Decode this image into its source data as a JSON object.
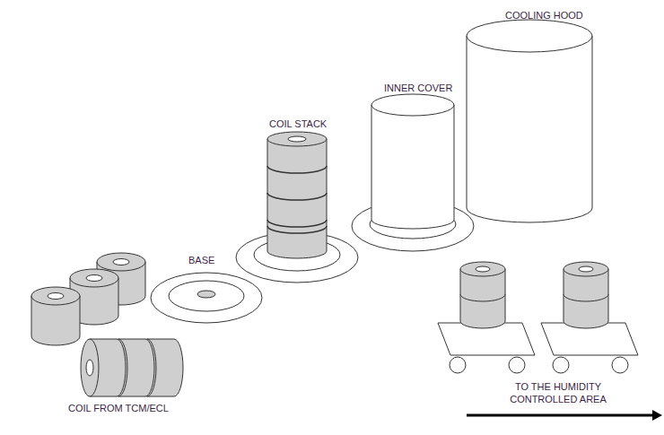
{
  "diagram": {
    "labels": [
      "COOLING HOOD",
      "INNER COVER",
      "COIL STACK",
      "BASE",
      "COIL FROM TCM/ECL",
      "TO THE HUMIDITY CONTROLLED AREA"
    ]
  }
}
